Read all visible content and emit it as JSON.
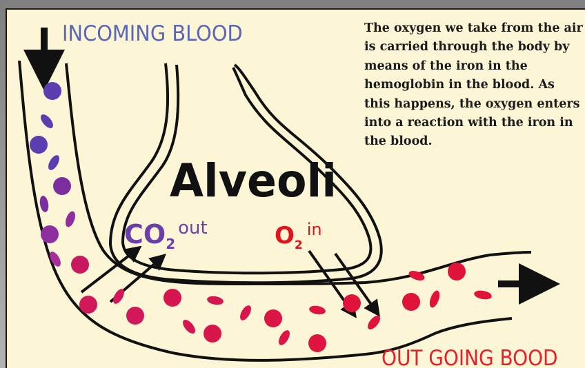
{
  "caption": "The oxygen we take from the air is carried through the body by means of the iron in the hemoglobin in the blood. As this happens, the oxygen enters into a reaction with the iron in the blood.",
  "labels": {
    "incoming": "INCOMING BLOOD",
    "outgoing": "OUT GOING BOOD",
    "alveoli": "Alveoli",
    "co2_main": "CO",
    "co2_sub": "2",
    "co2_word": "out",
    "o2_main": "O",
    "o2_sub": "2",
    "o2_word": "in"
  },
  "colors": {
    "background": "#fdf6d6",
    "outline": "#111111",
    "incoming_text": "#5a66b5",
    "outgoing_text": "#e8202a",
    "co2_text": "#6a3fa8",
    "o2_text": "#e0141c",
    "cell_deoxygenated": "#5b3fb0",
    "cell_mixed": "#9a2fa0",
    "cell_oxygenated": "#e0143a"
  }
}
